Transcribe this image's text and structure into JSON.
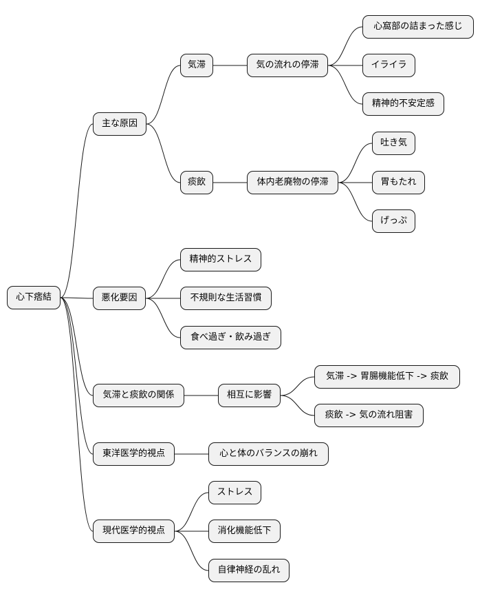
{
  "root": "心下痞結",
  "branches": [
    {
      "label": "主な原因",
      "children": [
        {
          "label": "気滞",
          "children": [
            {
              "label": "気の流れの停滞",
              "children": [
                {
                  "label": "心窩部の詰まった感じ"
                },
                {
                  "label": "イライラ"
                },
                {
                  "label": "精神的不安定感"
                }
              ]
            }
          ]
        },
        {
          "label": "痰飲",
          "children": [
            {
              "label": "体内老廃物の停滞",
              "children": [
                {
                  "label": "吐き気"
                },
                {
                  "label": "胃もたれ"
                },
                {
                  "label": "げっぷ"
                }
              ]
            }
          ]
        }
      ]
    },
    {
      "label": "悪化要因",
      "children": [
        {
          "label": "精神的ストレス"
        },
        {
          "label": "不規則な生活習慣"
        },
        {
          "label": "食べ過ぎ・飲み過ぎ"
        }
      ]
    },
    {
      "label": "気滞と痰飲の関係",
      "children": [
        {
          "label": "相互に影響",
          "children": [
            {
              "label": "気滞 -> 胃腸機能低下 -> 痰飲"
            },
            {
              "label": "痰飲 -> 気の流れ阻害"
            }
          ]
        }
      ]
    },
    {
      "label": "東洋医学的視点",
      "children": [
        {
          "label": "心と体のバランスの崩れ"
        }
      ]
    },
    {
      "label": "現代医学的視点",
      "children": [
        {
          "label": "ストレス"
        },
        {
          "label": "消化機能低下"
        },
        {
          "label": "自律神経の乱れ"
        }
      ]
    }
  ],
  "colors": {
    "node_fill": "#f1f1f1",
    "node_border": "#181818",
    "edge": "#181818"
  }
}
